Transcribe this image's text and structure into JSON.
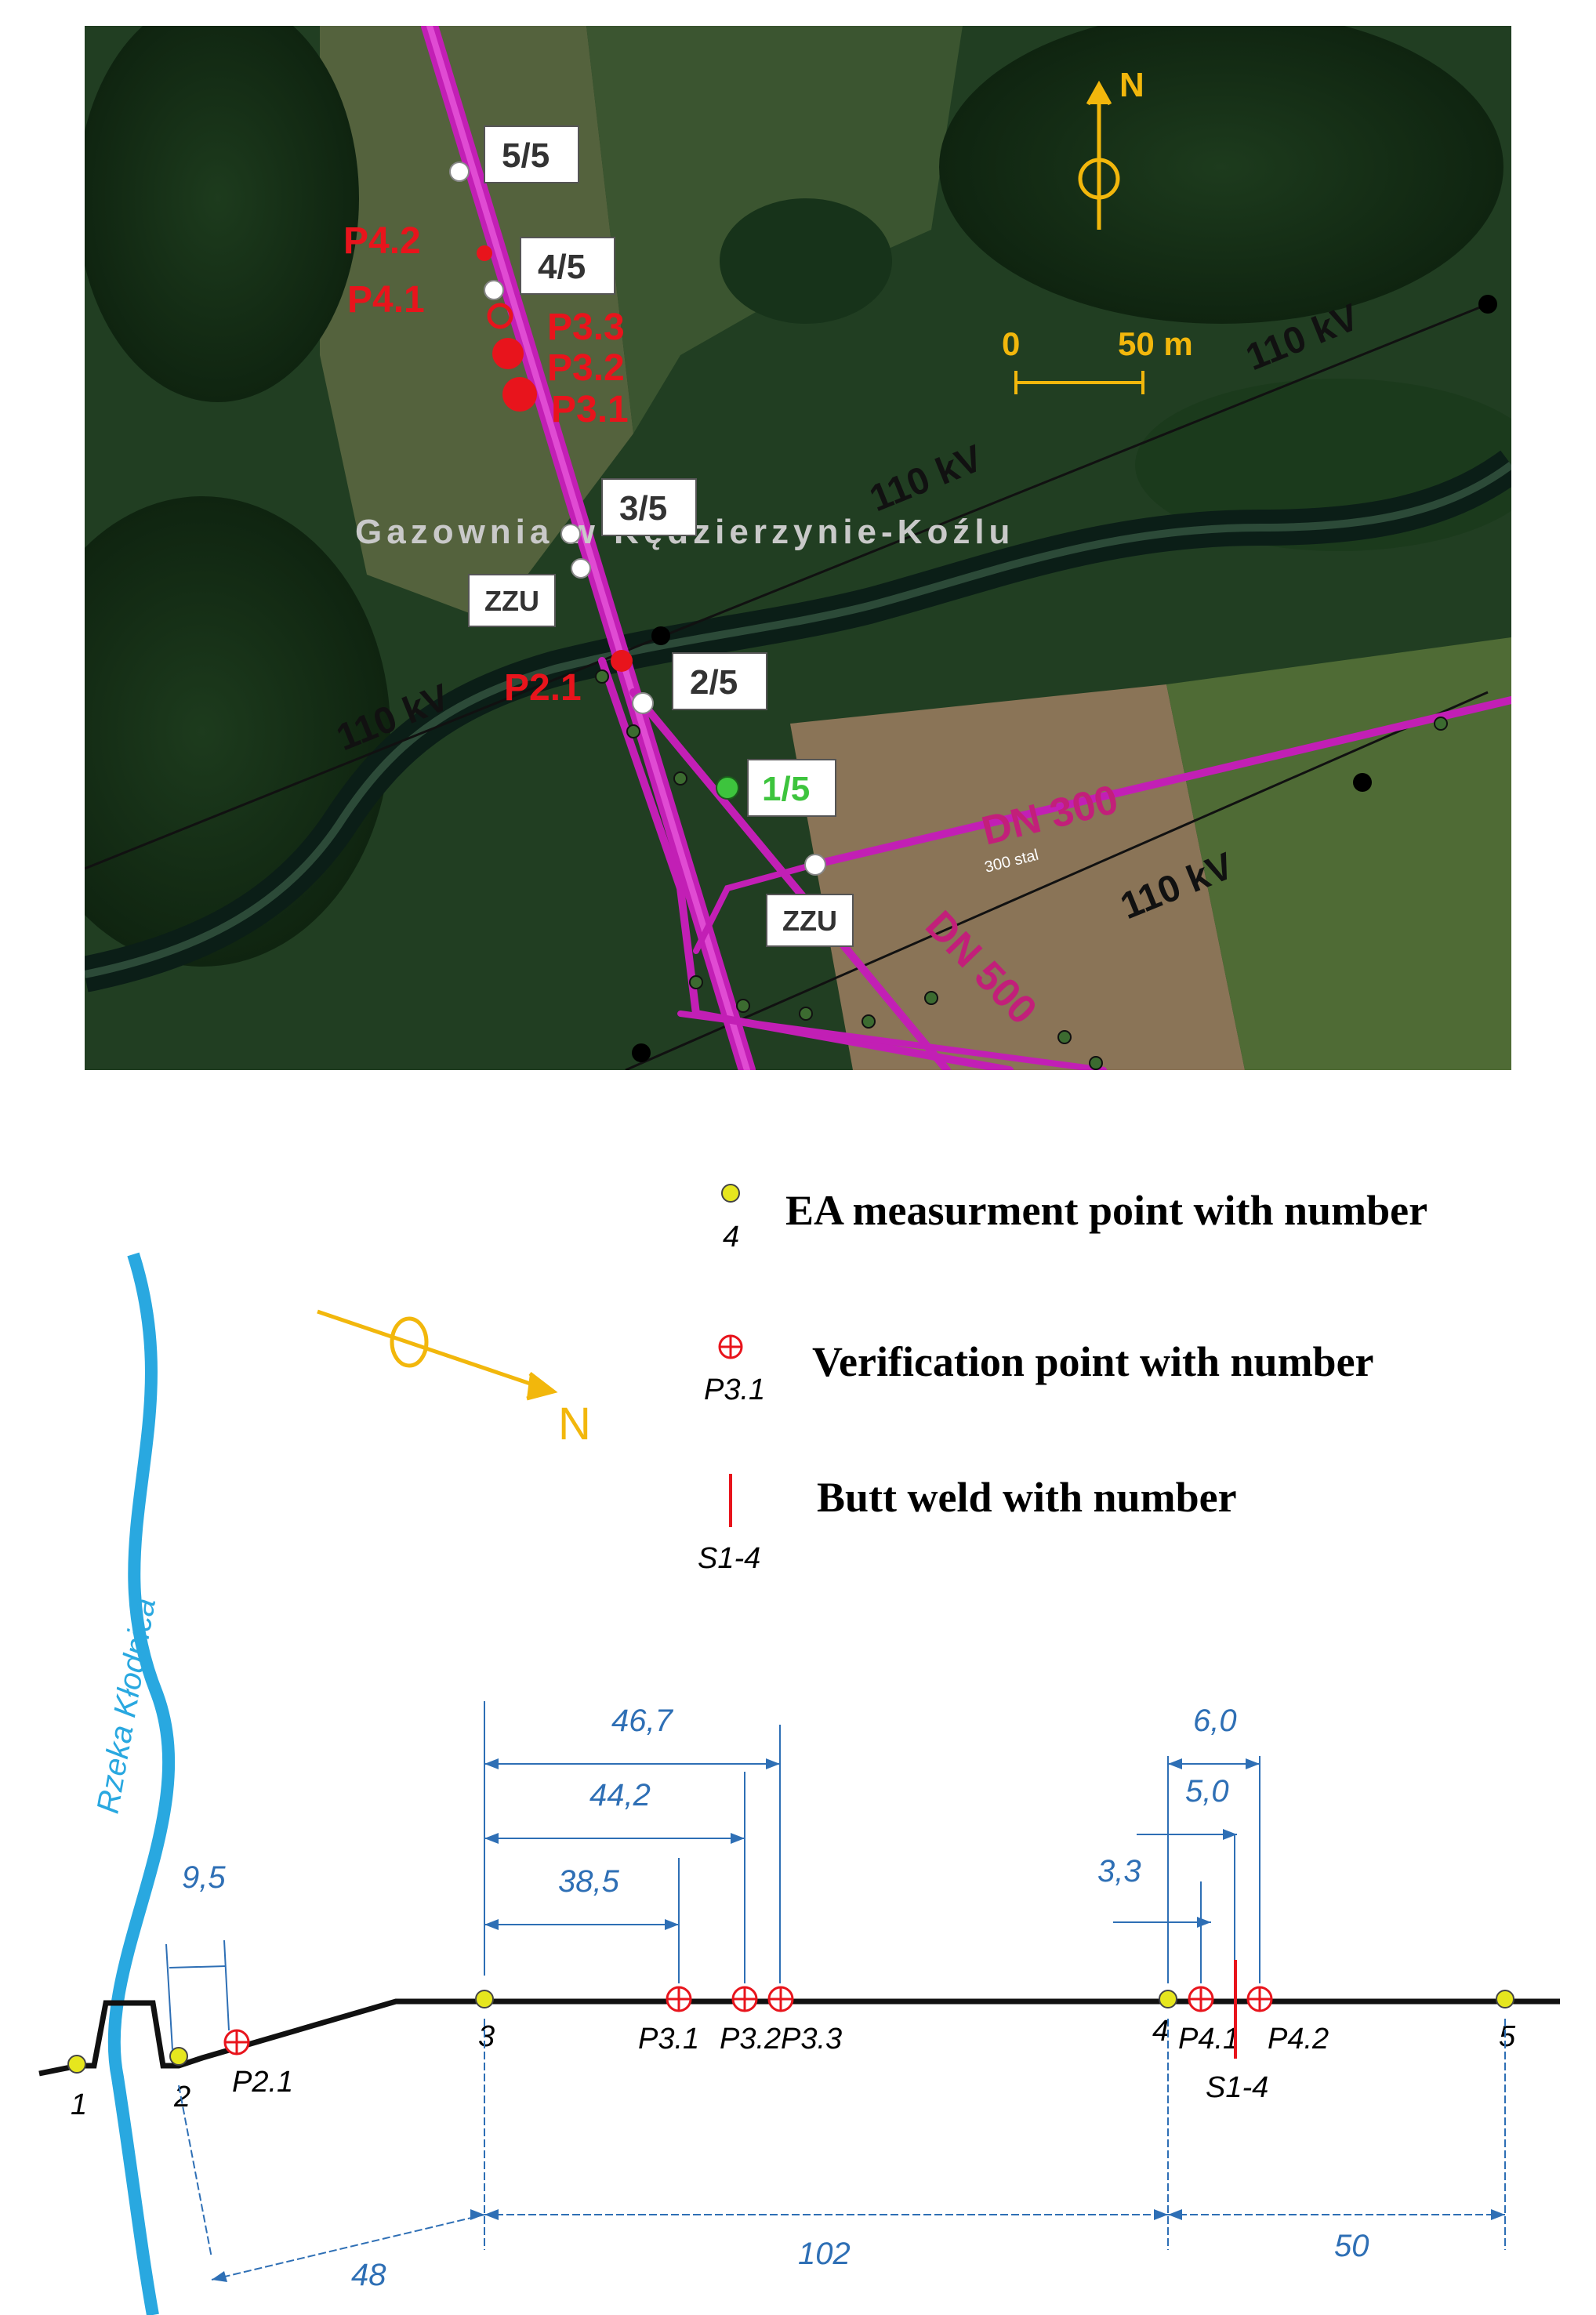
{
  "map": {
    "north_label": "N",
    "scale": {
      "zero": "0",
      "fifty": "50 m"
    },
    "town_label": "Gazownia w Kędzierzynie-Koźlu",
    "power_lines": [
      "110 kV",
      "110 kV",
      "110 kV",
      "110 kV"
    ],
    "pipes": {
      "dn300": "DN 300",
      "dn300_small": "300 stal",
      "dn500": "DN 500"
    },
    "points_white": [
      "5/5",
      "4/5",
      "3/5",
      "2/5"
    ],
    "point_green": "1/5",
    "zzu": [
      "ZZU",
      "ZZU"
    ],
    "verification": [
      "P4.2",
      "P4.1",
      "P3.3",
      "P3.2",
      "P3.1",
      "P2.1"
    ],
    "colors": {
      "pipe": "#c21fb5",
      "verify": "#e8141c",
      "green_point": "#3dc43d",
      "scale": "#f2b70c"
    }
  },
  "legend": {
    "ea_point": {
      "number": "4",
      "label": "EA measurment point with number"
    },
    "verification_point": {
      "number": "P3.1",
      "label": "Verification point with number"
    },
    "butt_weld": {
      "number": "S1-4",
      "label": "Butt weld with number"
    },
    "north_label": "N"
  },
  "diagram": {
    "river_label": "Rzeka Kłodnica",
    "ea_points": [
      "1",
      "2",
      "3",
      "4",
      "5"
    ],
    "verification_points": [
      "P2.1",
      "P3.1",
      "P3.2",
      "P3.3",
      "P4.1",
      "P4.2"
    ],
    "weld": "S1-4",
    "dimensions_top": [
      "9,5",
      "46,7",
      "44,2",
      "38,5",
      "6,0",
      "5,0",
      "3,3"
    ],
    "dimensions_bottom": [
      "48",
      "102",
      "50"
    ],
    "colors": {
      "river": "#29a8e0",
      "dimension": "#2e6fb5",
      "ea_point": "#e6e61e",
      "verify": "#e8141c"
    }
  }
}
